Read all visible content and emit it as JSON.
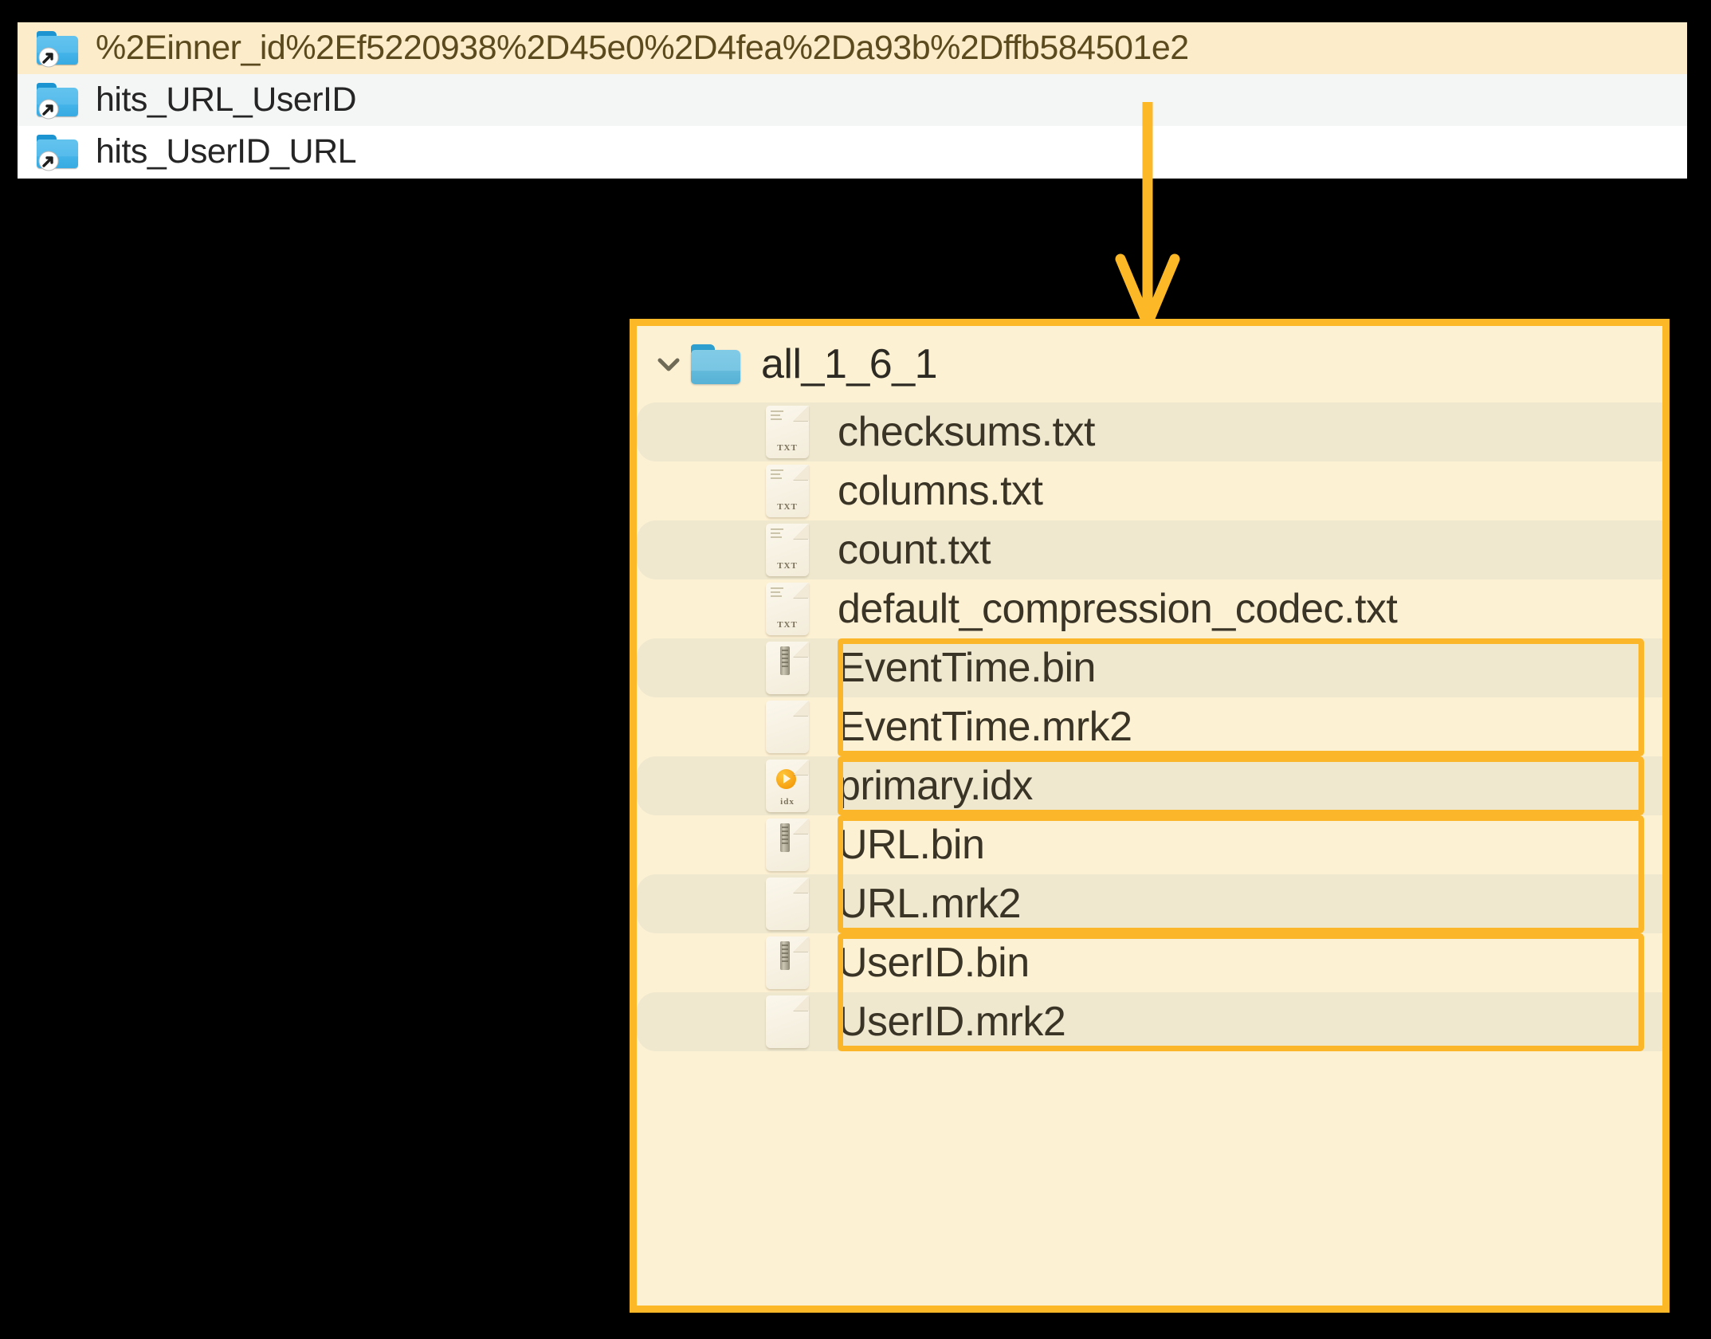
{
  "top_panel": {
    "rows": [
      {
        "label": "%2Einner_id%2Ef5220938%2D45e0%2D4fea%2Da93b%2Dffb584501e2",
        "icon": "folder-symlink-icon",
        "state": "highlighted"
      },
      {
        "label": "hits_URL_UserID",
        "icon": "folder-symlink-icon",
        "state": "alternate"
      },
      {
        "label": "hits_UserID_URL",
        "icon": "folder-symlink-icon",
        "state": "plain"
      }
    ]
  },
  "connector": {
    "name": "down-arrow-connector",
    "color": "#fcb827"
  },
  "tree_panel": {
    "border_color": "#fcb827",
    "background": "#fdf1d4",
    "folder": {
      "label": "all_1_6_1",
      "disclosure": "chevron-down-icon",
      "icon": "folder-icon",
      "expanded": true
    },
    "files": [
      {
        "label": "checksums.txt",
        "icon": "txt-file-icon",
        "type": "TXT",
        "stripe": "alt",
        "highlight": "none"
      },
      {
        "label": "columns.txt",
        "icon": "txt-file-icon",
        "type": "TXT",
        "stripe": "plain",
        "highlight": "none"
      },
      {
        "label": "count.txt",
        "icon": "txt-file-icon",
        "type": "TXT",
        "stripe": "alt",
        "highlight": "none"
      },
      {
        "label": "default_compression_codec.txt",
        "icon": "txt-file-icon",
        "type": "TXT",
        "stripe": "plain",
        "highlight": "none"
      },
      {
        "label": "EventTime.bin",
        "icon": "bin-file-icon",
        "type": "",
        "stripe": "alt",
        "highlight": "start"
      },
      {
        "label": "EventTime.mrk2",
        "icon": "blank-file-icon",
        "type": "",
        "stripe": "plain",
        "highlight": "end"
      },
      {
        "label": "primary.idx",
        "icon": "idx-file-icon",
        "type": "idx",
        "stripe": "alt",
        "highlight": "single"
      },
      {
        "label": "URL.bin",
        "icon": "bin-file-icon",
        "type": "",
        "stripe": "plain",
        "highlight": "start"
      },
      {
        "label": "URL.mrk2",
        "icon": "blank-file-icon",
        "type": "",
        "stripe": "alt",
        "highlight": "end"
      },
      {
        "label": "UserID.bin",
        "icon": "bin-file-icon",
        "type": "",
        "stripe": "plain",
        "highlight": "start"
      },
      {
        "label": "UserID.mrk2",
        "icon": "blank-file-icon",
        "type": "",
        "stripe": "alt",
        "highlight": "end"
      }
    ],
    "highlight_groups": [
      {
        "from": 4,
        "to": 5
      },
      {
        "from": 6,
        "to": 6
      },
      {
        "from": 7,
        "to": 8
      },
      {
        "from": 9,
        "to": 10
      }
    ]
  }
}
